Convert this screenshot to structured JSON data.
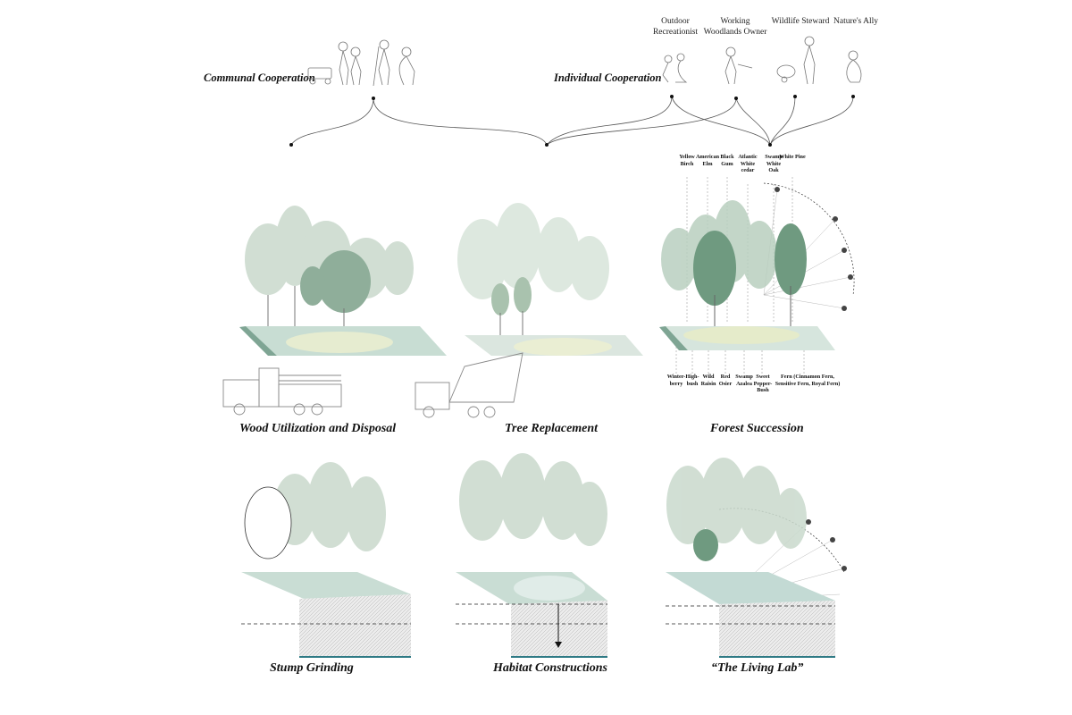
{
  "cooperation": {
    "communal": "Communal Cooperation",
    "individual": "Individual Cooperation"
  },
  "personas": [
    "Outdoor Recreationist",
    "Working Woodlands Owner",
    "Wildlife Steward",
    "Nature's Ally"
  ],
  "tree_species": [
    "Yellow Birch",
    "American Elm",
    "Black Gum",
    "Atlantic White cedar",
    "Swamp White Oak",
    "White Pine"
  ],
  "understory_species": [
    "Winter-berry",
    "High-bush",
    "Wild Raisin",
    "Red Osier",
    "Swamp Azalea",
    "Sweet Pepper-Bush",
    "Fern (Cinnamon Fern, Sensitive Fern, Royal Fern)"
  ],
  "panels": {
    "wood": "Wood Utilization and Disposal",
    "replace": "Tree Replacement",
    "succession": "Forest Succession",
    "stump": "Stump Grinding",
    "habitat": "Habitat Constructions",
    "lab": "“The Living Lab”"
  },
  "colors": {
    "tree_light": "#c9d9cc",
    "tree_mid": "#9fb9a6",
    "tree_dark": "#6f9a80",
    "ground": "#bfd6cf",
    "soil_water": "#2f7a85",
    "accent_yellow": "#e8ecc6"
  }
}
